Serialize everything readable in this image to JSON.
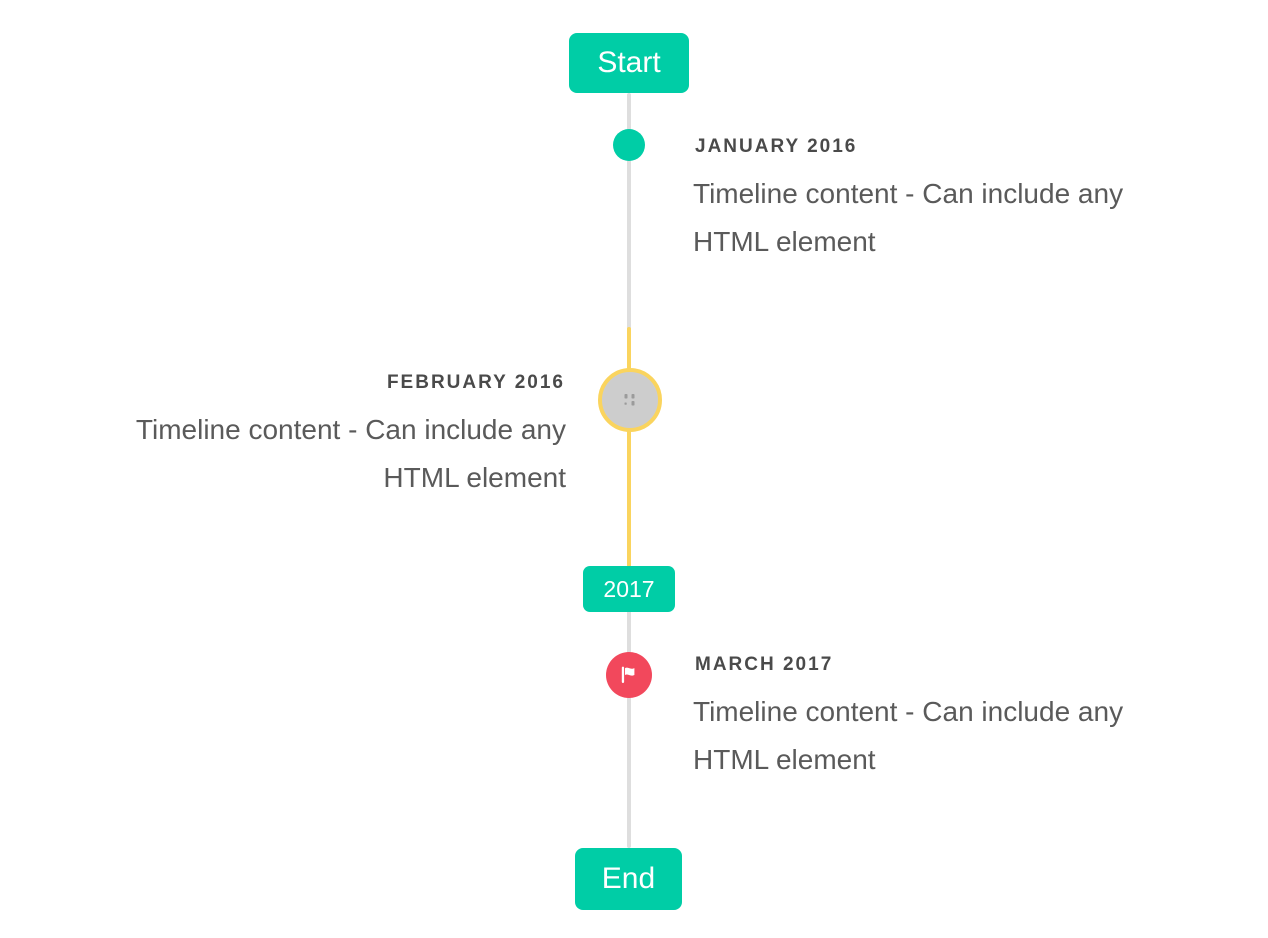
{
  "timeline": {
    "colors": {
      "accent_teal": "#00cda6",
      "line_gray": "#dedede",
      "highlight_yellow": "#fad45e",
      "marker_gray_fill": "#cdcdcd",
      "marker_red": "#f2485c",
      "title_text": "#4a4a4a",
      "content_text": "#5a5a5a",
      "pill_text": "#ffffff"
    },
    "start_label": "Start",
    "end_label": "End",
    "year_badge": "2017",
    "entries": [
      {
        "id": "january-2016",
        "title": "JANUARY 2016",
        "side": "right",
        "marker": "teal-dot",
        "content_lines": [
          "Timeline content - Can include any",
          "HTML element"
        ]
      },
      {
        "id": "february-2016",
        "title": "FEBRUARY 2016",
        "side": "left",
        "marker": "gray-circle-yellow-border-broken-image",
        "content_lines": [
          "Timeline content - Can include any",
          "HTML element"
        ]
      },
      {
        "id": "march-2017",
        "title": "MARCH 2017",
        "side": "right",
        "marker": "red-circle-flag",
        "content_lines": [
          "Timeline content - Can include any",
          "HTML element"
        ]
      }
    ]
  }
}
